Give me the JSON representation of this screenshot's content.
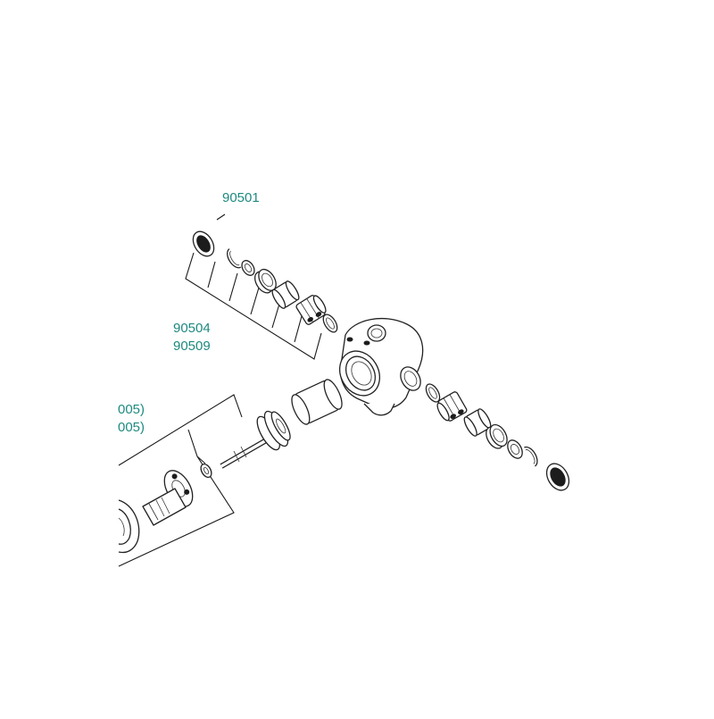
{
  "accent_color": "#1d8a7f",
  "labels": {
    "part_90501": "90501",
    "part_90504": "90504",
    "part_90509": "90509",
    "part_left_1": "005)",
    "part_left_2": "005)"
  }
}
